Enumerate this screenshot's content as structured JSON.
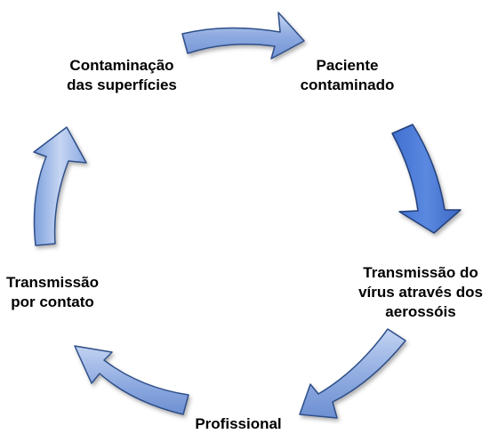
{
  "nodes": [
    {
      "id": "paciente",
      "lines": [
        "Paciente",
        "contaminado"
      ]
    },
    {
      "id": "transmissao-aerossois",
      "lines": [
        "Transmissão do",
        "vírus através dos",
        "aerossóis"
      ]
    },
    {
      "id": "profissional",
      "lines": [
        "Profissional"
      ]
    },
    {
      "id": "transmissao-contato",
      "lines": [
        "Transmissão",
        "por contato"
      ]
    },
    {
      "id": "contaminacao-superficies",
      "lines": [
        "Contaminação",
        "das superfícies"
      ]
    }
  ],
  "colors": {
    "arrow_fill": "#8eaae0",
    "arrow_fill_dark": "#4f7fd8",
    "arrow_stroke": "#2e4f8a",
    "text": "#000000"
  }
}
